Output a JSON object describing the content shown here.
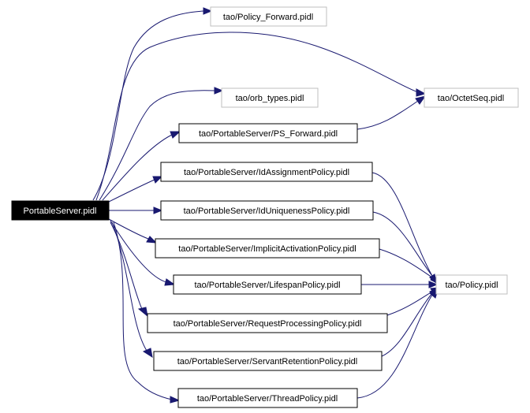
{
  "graph": {
    "nodes": {
      "root": "PortableServer.pidl",
      "policy_forward": "tao/Policy_Forward.pidl",
      "orb_types": "tao/orb_types.pidl",
      "octetseq": "tao/OctetSeq.pidl",
      "ps_forward": "tao/PortableServer/PS_Forward.pidl",
      "id_assignment": "tao/PortableServer/IdAssignmentPolicy.pidl",
      "id_uniqueness": "tao/PortableServer/IdUniquenessPolicy.pidl",
      "implicit_activation": "tao/PortableServer/ImplicitActivationPolicy.pidl",
      "lifespan": "tao/PortableServer/LifespanPolicy.pidl",
      "request_processing": "tao/PortableServer/RequestProcessingPolicy.pidl",
      "servant_retention": "tao/PortableServer/ServantRetentionPolicy.pidl",
      "thread": "tao/PortableServer/ThreadPolicy.pidl",
      "policy": "tao/Policy.pidl"
    },
    "colors": {
      "edge": "#191970",
      "node_border": "#000000",
      "external_border": "#bfbfbf",
      "root_fill": "#000000",
      "root_text": "#ffffff"
    }
  }
}
